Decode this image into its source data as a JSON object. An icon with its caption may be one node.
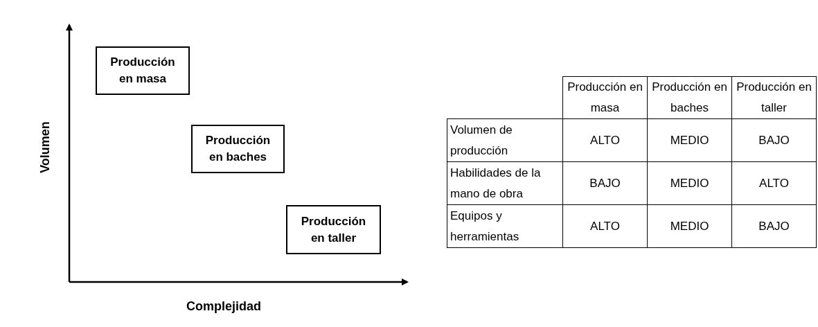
{
  "diagram": {
    "nodes": [
      {
        "text": [
          "Producción en masa"
        ]
      },
      {
        "text": [
          "Producción en baches"
        ]
      },
      {
        "text": [
          "Producción en taller"
        ]
      }
    ],
    "edges": [],
    "labels": [
      "Volumen",
      "Complejidad",
      "Producción en masa",
      "Producción en baches",
      "Producción en taller",
      "Volumen de producción",
      "ALTO",
      "MEDIO",
      "BAJO",
      "Habilidades de la mano de obra",
      "BAJO",
      "MEDIO",
      "ALTO",
      "Equipos y herramientas",
      "ALTO",
      "MEDIO",
      "BAJO"
    ]
  }
}
